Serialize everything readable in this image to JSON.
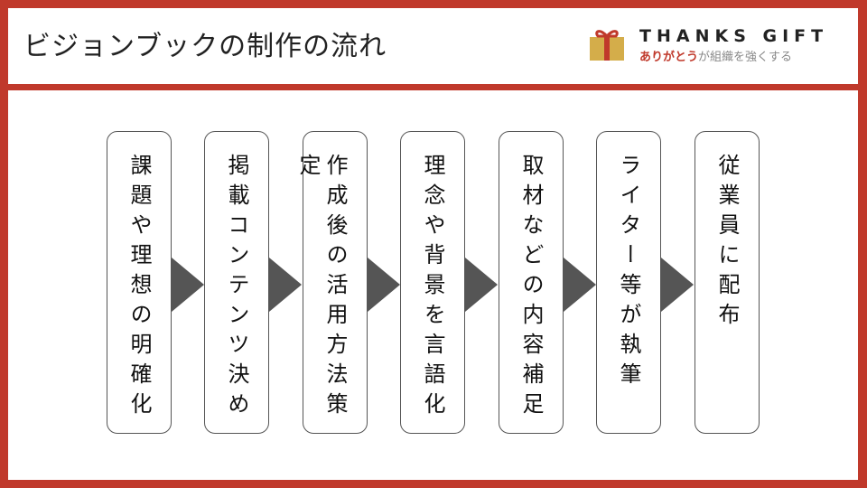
{
  "header": {
    "title": "ビジョンブックの制作の流れ"
  },
  "logo": {
    "brand": "THANKS GIFT",
    "tagline_red": "ありがとう",
    "tagline_gray": "が組織を強くする"
  },
  "steps": [
    {
      "label": "課題や理想の明確化"
    },
    {
      "label": "掲載コンテンツ決め"
    },
    {
      "label": "作成後の活用方法策定"
    },
    {
      "label": "理念や背景を言語化"
    },
    {
      "label": "取材などの内容補足"
    },
    {
      "label": "ライター等が執筆"
    },
    {
      "label": "従業員に配布"
    }
  ],
  "colors": {
    "accent": "#c0392b",
    "arrow": "#555555"
  }
}
